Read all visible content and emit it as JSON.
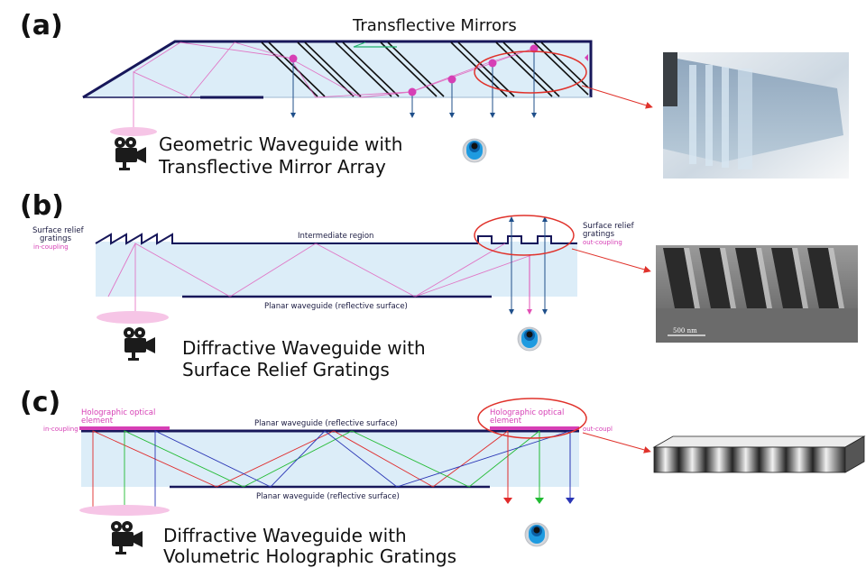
{
  "panel_a": {
    "label": "(a)",
    "mirrors_title": "Transflective Mirrors",
    "caption_line1": "Geometric Waveguide with",
    "caption_line2": "Transflective Mirror Array"
  },
  "panel_b": {
    "label": "(b)",
    "srg_left_line1": "Surface relief",
    "srg_left_line2": "gratings",
    "in_coupling": "in-coupling",
    "intermediate": "Intermediate region",
    "srg_right_line1": "Surface relief",
    "srg_right_line2": "gratings",
    "out_coupling": "out-coupling",
    "planar": "Planar waveguide (reflective surface)",
    "scale_bar": "500 nm",
    "caption_line1": "Diffractive Waveguide with",
    "caption_line2": "Surface Relief Gratings"
  },
  "panel_c": {
    "label": "(c)",
    "hoe_left_line1": "Holographic optical",
    "hoe_left_line2": "element",
    "in_coupling": "in-coupling",
    "planar_top": "Planar waveguide (reflective surface)",
    "hoe_right_line1": "Holographic optical",
    "hoe_right_line2": "element",
    "out_coupling": "out-coupl",
    "planar_bottom": "Planar waveguide (reflective surface)",
    "caption_line1": "Diffractive Waveguide with",
    "caption_line2": "Volumetric Holographic Gratings"
  },
  "colors": {
    "navy": "#17175a",
    "waveguide_fill": "#dcedf8",
    "pink": "#e24fb5",
    "red_circle": "#e0322b",
    "ray_red": "#e02a2a",
    "ray_green": "#22bb33",
    "ray_blue": "#2a35b5"
  },
  "icons": [
    "projector-icon",
    "eye-icon"
  ]
}
